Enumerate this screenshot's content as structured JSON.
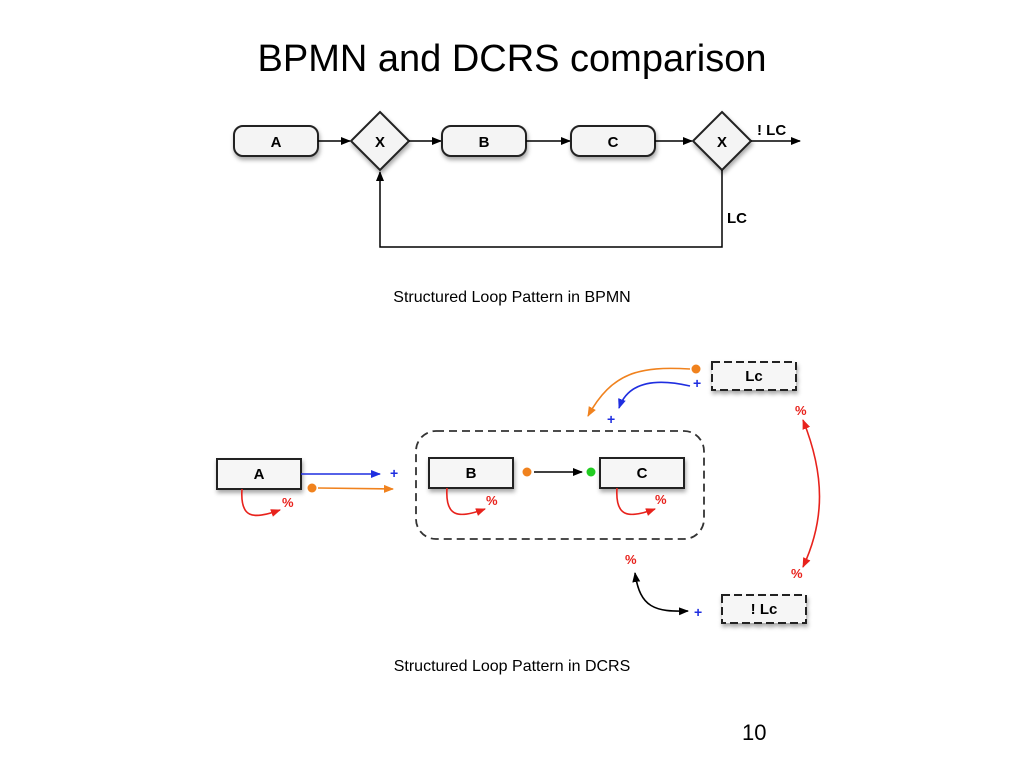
{
  "slide": {
    "title": "BPMN and DCRS comparison",
    "page_number": "10"
  },
  "bpmn": {
    "caption": "Structured Loop Pattern in BPMN",
    "tasks": [
      "A",
      "B",
      "C"
    ],
    "gateway_label": "X",
    "exit_condition": "! LC",
    "loop_condition": "LC"
  },
  "dcrs": {
    "caption": "Structured Loop Pattern in DCRS",
    "activities": {
      "a": "A",
      "b": "B",
      "c": "C",
      "lc": "Lc",
      "not_lc": "! Lc"
    },
    "include_symbol": "+",
    "exclude_symbol": "%",
    "colors": {
      "include": "#1f2ee0",
      "exclude": "#e8221c",
      "condition": "#f0821e",
      "response": "#000000",
      "pending": "#22cc22"
    }
  }
}
